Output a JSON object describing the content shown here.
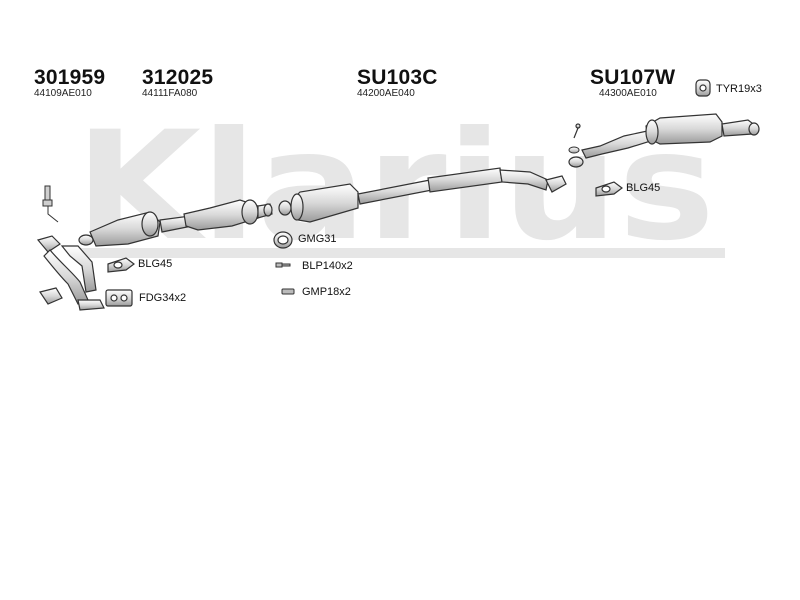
{
  "brand": {
    "watermark": "Klarius",
    "watermark_color": "#e6e6e6"
  },
  "parts": [
    {
      "number": "301959",
      "oe": "44109AE010"
    },
    {
      "number": "312025",
      "oe": "44111FA080"
    },
    {
      "number": "SU103C",
      "oe": "44200AE040"
    },
    {
      "number": "SU107W",
      "oe": "44300AE010"
    }
  ],
  "accessories": {
    "tyr": "TYR19x3",
    "blg_right": "BLG45",
    "blg_left": "BLG45",
    "fdg": "FDG34x2",
    "gmg": "GMG31",
    "blp": "BLP140x2",
    "gmp": "GMP18x2"
  },
  "colors": {
    "part_fill": "#e8e8e8",
    "part_stroke": "#333333"
  }
}
